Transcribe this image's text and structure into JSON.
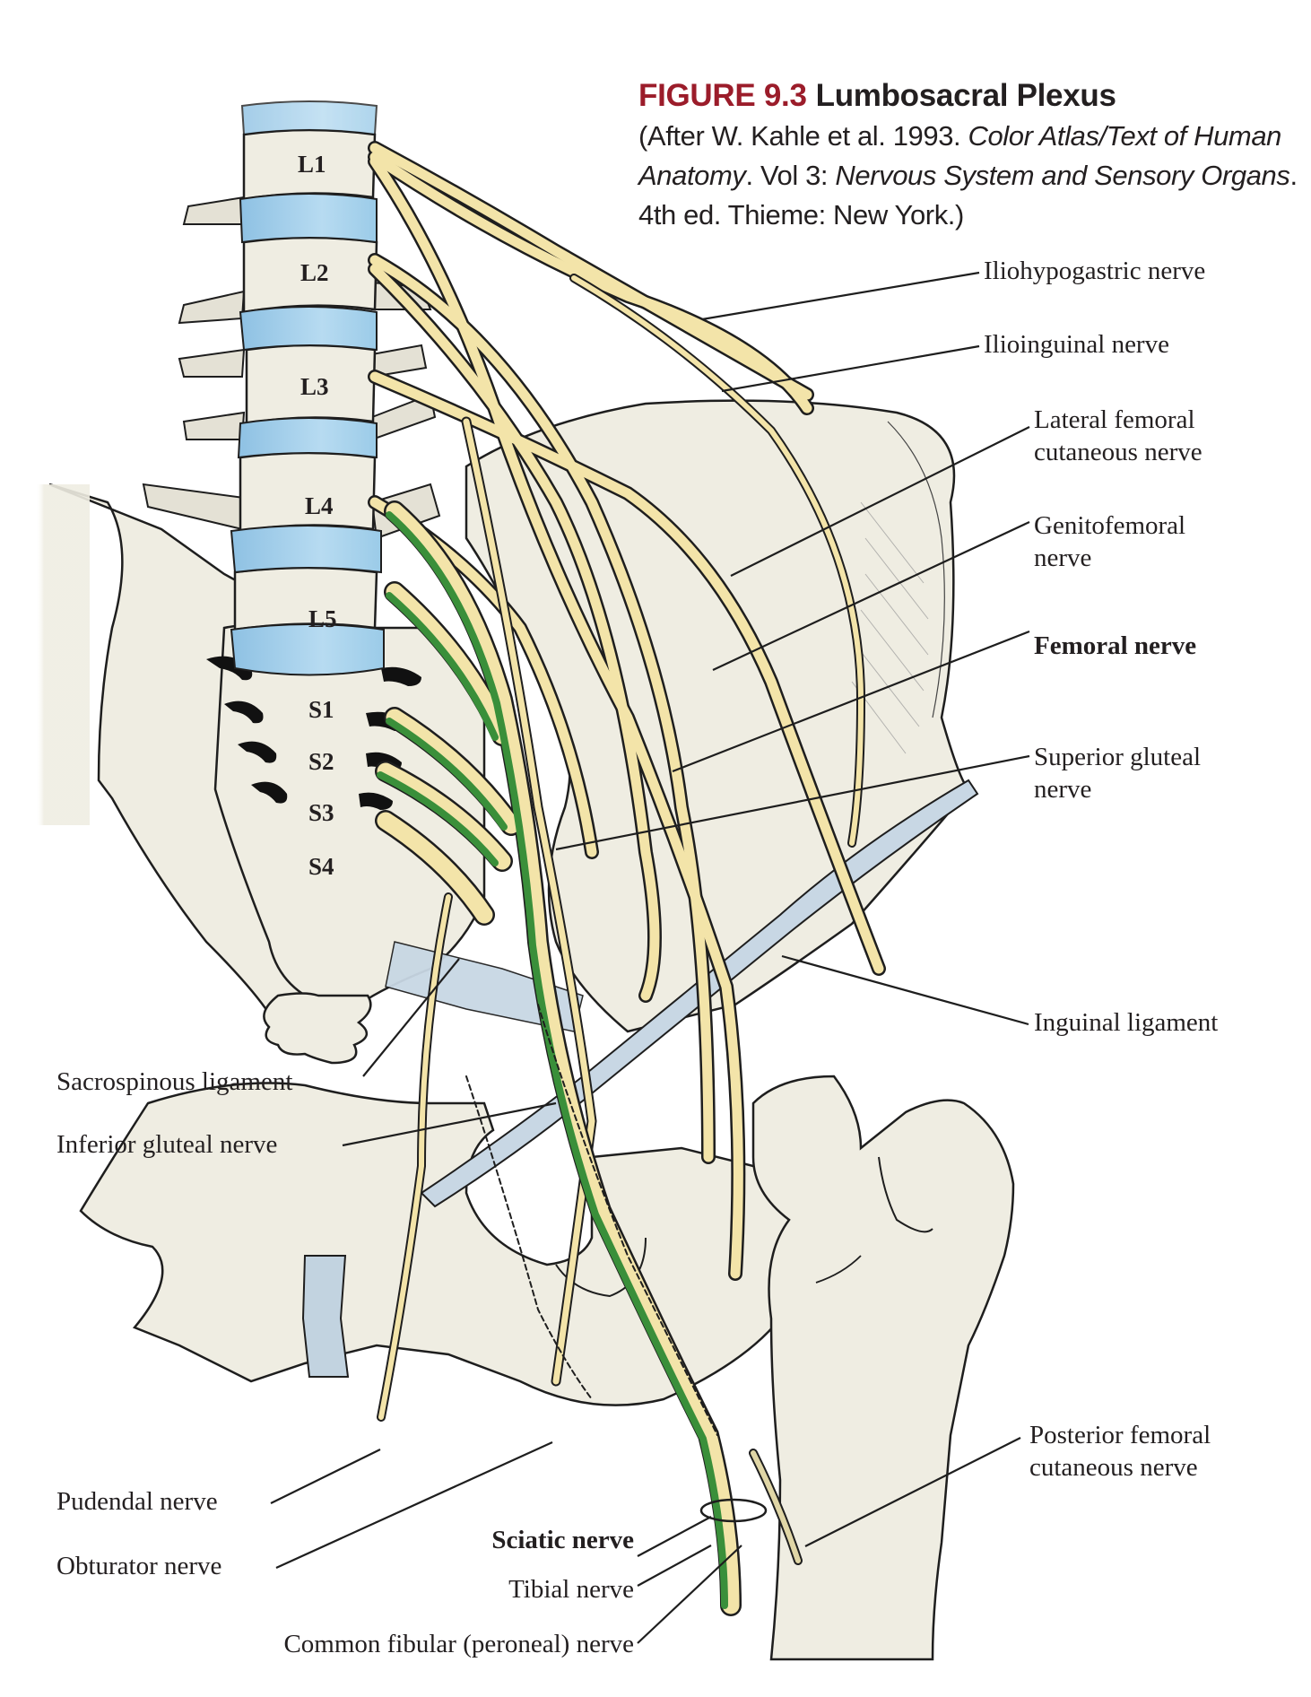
{
  "figure": {
    "number": "FIGURE 9.3",
    "title": "Lumbosacral Plexus",
    "credit": {
      "prefix": "(After W. Kahle et al. 1993. ",
      "book_title": "Color Atlas/Text of Human Anatomy",
      "volume": ". Vol 3: ",
      "volume_title": "Nervous System and Sensory Organs",
      "suffix": ". 4th ed. Thieme: New York.)"
    }
  },
  "vertebrae": [
    "L1",
    "L2",
    "L3",
    "L4",
    "L5",
    "S1",
    "S2",
    "S3",
    "S4"
  ],
  "labels": {
    "iliohypogastric": "Iliohypogastric nerve",
    "ilioinguinal": "Ilioinguinal nerve",
    "lateral_femoral_cutaneous": [
      "Lateral femoral",
      "cutaneous nerve"
    ],
    "genitofemoral": [
      "Genitofemoral",
      "nerve"
    ],
    "femoral": "Femoral nerve",
    "superior_gluteal": [
      "Superior gluteal",
      "nerve"
    ],
    "inguinal_ligament": "Inguinal ligament",
    "sacrospinous_ligament": "Sacrospinous ligament",
    "inferior_gluteal": "Inferior gluteal nerve",
    "posterior_femoral_cutaneous": [
      "Posterior femoral",
      "cutaneous nerve"
    ],
    "pudendal": "Pudendal nerve",
    "obturator": "Obturator nerve",
    "sciatic": "Sciatic nerve",
    "tibial": "Tibial nerve",
    "common_fibular": "Common fibular (peroneal) nerve"
  },
  "colors": {
    "figure_number": "#9b1c2a",
    "nerve": "#f3e4a9",
    "sacral_nerve_green": "#3a8f3a",
    "bone": "#efede2",
    "disc": "#a9d2ec",
    "ligament": "#c2d3e0",
    "outline": "#1e1e1e"
  }
}
